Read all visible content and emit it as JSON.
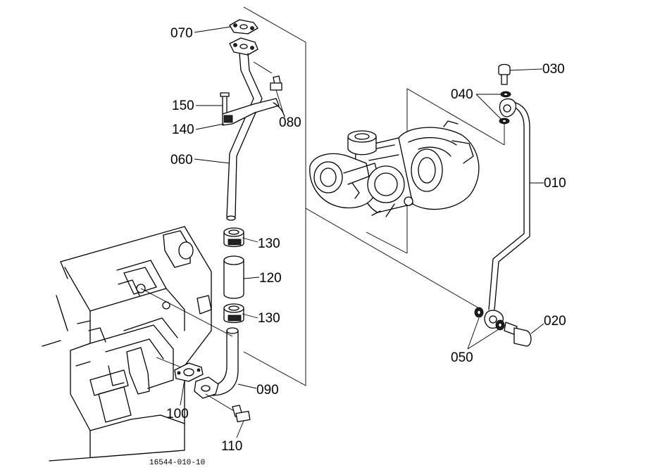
{
  "diagram": {
    "figure_number": "16544-010-10",
    "callouts": [
      {
        "id": "c070",
        "text": "070"
      },
      {
        "id": "c150",
        "text": "150"
      },
      {
        "id": "c140",
        "text": "140"
      },
      {
        "id": "c080",
        "text": "080"
      },
      {
        "id": "c060",
        "text": "060"
      },
      {
        "id": "c130a",
        "text": "130"
      },
      {
        "id": "c120",
        "text": "120"
      },
      {
        "id": "c130b",
        "text": "130"
      },
      {
        "id": "c090",
        "text": "090"
      },
      {
        "id": "c100",
        "text": "100"
      },
      {
        "id": "c110",
        "text": "110"
      },
      {
        "id": "c030",
        "text": "030"
      },
      {
        "id": "c040",
        "text": "040"
      },
      {
        "id": "c010",
        "text": "010"
      },
      {
        "id": "c020",
        "text": "020"
      },
      {
        "id": "c050",
        "text": "050"
      }
    ]
  }
}
